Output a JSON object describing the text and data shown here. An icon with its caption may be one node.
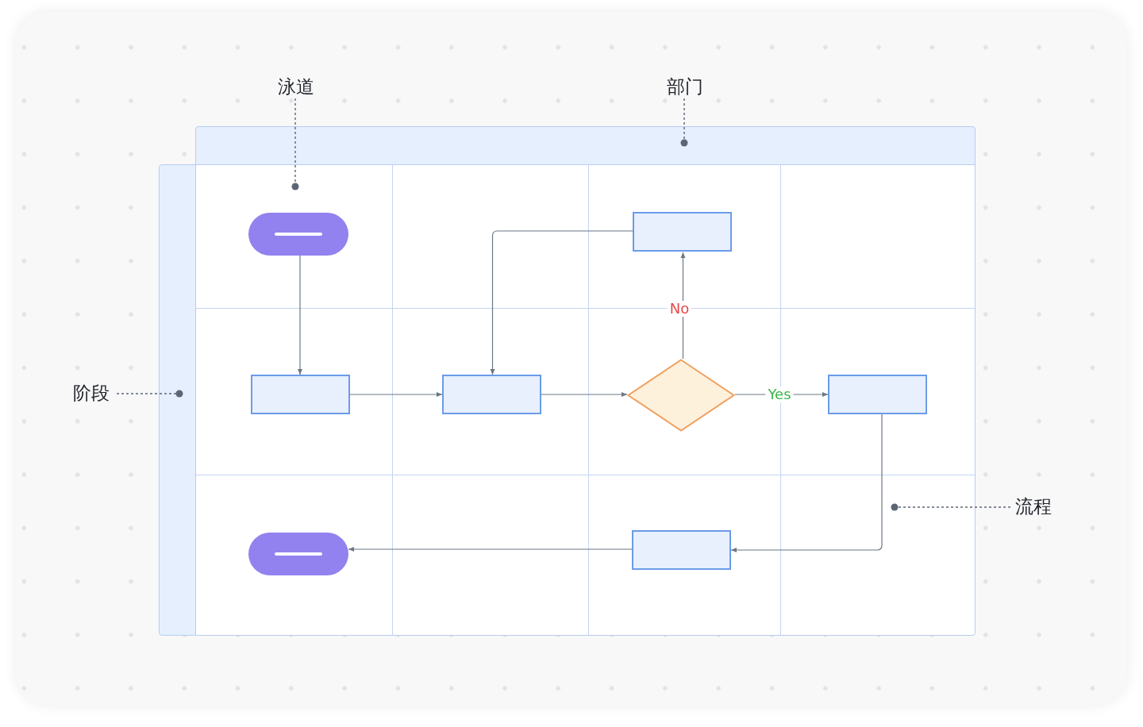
{
  "diagram": {
    "nodes": [
      {
        "text": [
          "泳道"
        ]
      },
      {
        "text": [
          "部门"
        ]
      },
      {
        "text": [
          "阶段"
        ]
      },
      {
        "text": [
          "流程"
        ]
      },
      {
        "text": [],
        "shape": "pill"
      },
      {
        "text": [],
        "shape": "box"
      },
      {
        "text": [],
        "shape": "box"
      },
      {
        "text": [],
        "shape": "box"
      },
      {
        "text": [],
        "shape": "diamond"
      },
      {
        "text": [],
        "shape": "box"
      },
      {
        "text": [],
        "shape": "box"
      },
      {
        "text": [],
        "shape": "pill"
      },
      {
        "text": [],
        "shape": "bar"
      },
      {
        "text": [],
        "shape": "bar"
      }
    ],
    "edges": [
      {
        "from": 4,
        "to": 5,
        "arrow": "to"
      },
      {
        "from": 5,
        "to": 6,
        "arrow": "to"
      },
      {
        "from": 6,
        "to": 8,
        "arrow": "to"
      },
      {
        "from": 8,
        "to": 7,
        "arrow": "to",
        "label": "No"
      },
      {
        "from": 7,
        "to": 6,
        "arrow": "to"
      },
      {
        "from": 8,
        "to": 9,
        "arrow": "to",
        "label": "Yes"
      },
      {
        "from": 9,
        "to": 10,
        "arrow": "to"
      },
      {
        "from": 10,
        "to": 11,
        "arrow": "to"
      },
      {
        "from": 0,
        "to": 4,
        "arrow": "other",
        "style": "dashed"
      },
      {
        "from": 1,
        "to": 12,
        "arrow": "other",
        "style": "dashed"
      },
      {
        "from": 2,
        "to": 13,
        "arrow": "other",
        "style": "dashed"
      },
      {
        "from": 3,
        "to": null,
        "arrow": "other",
        "style": "dashed"
      }
    ]
  }
}
